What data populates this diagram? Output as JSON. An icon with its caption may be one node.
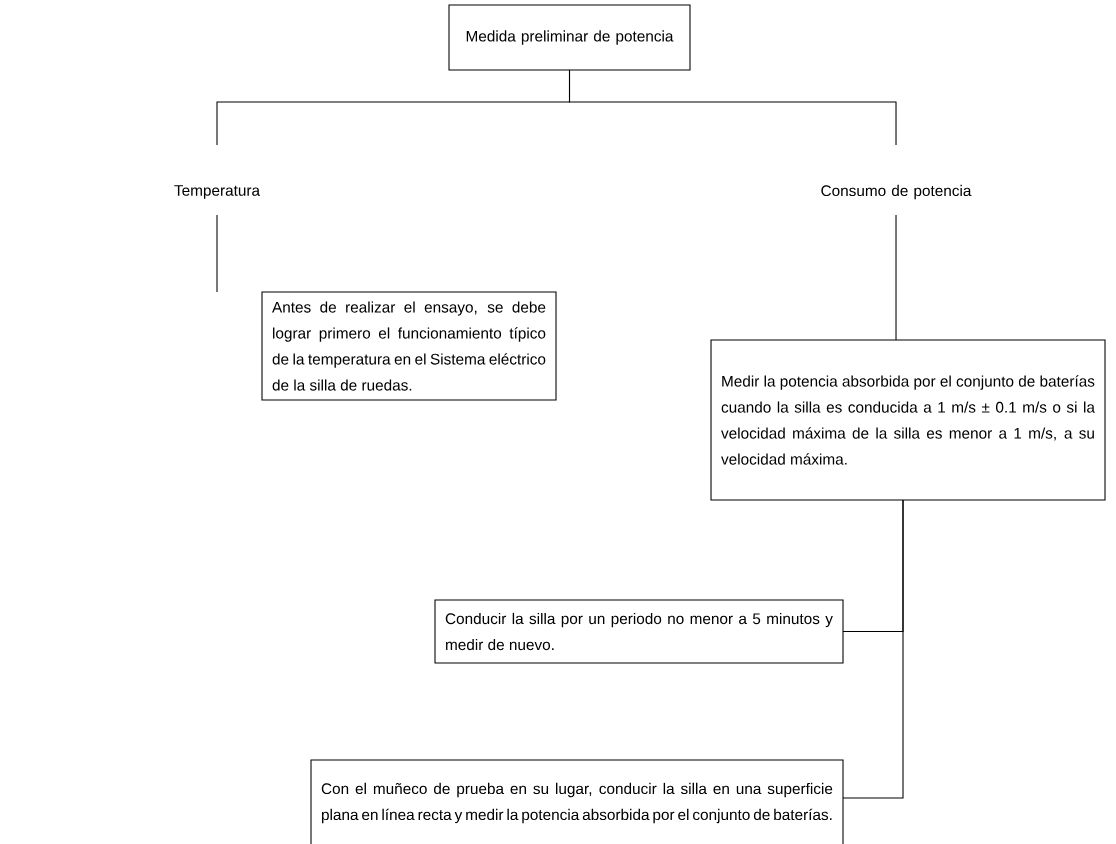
{
  "diagram": {
    "nodes": [
      {
        "text": [
          "Medida preliminar de potencia"
        ]
      },
      {
        "text": [
          "Temperatura"
        ]
      },
      {
        "text": [
          "Consumo de potencia"
        ]
      },
      {
        "text": [
          "Antes de realizar el ensayo, se debe lograr primero el funcionamiento típico de la temperatura en el Sistema eléctrico de la silla de ruedas."
        ]
      },
      {
        "text": [
          "Medir la potencia absorbida por el conjunto de baterías cuando la silla es conducida a 1 m/s ± 0.1 m/s o si la velocidad máxima de la silla es menor a 1 m/s, a su velocidad máxima."
        ]
      },
      {
        "text": [
          "Conducir la silla por un periodo no menor a 5 minutos y medir de nuevo."
        ]
      },
      {
        "text": [
          "Con el muñeco de prueba en su lugar, conducir la silla en una superficie plana en línea recta y medir la potencia absorbida por el conjunto de baterías."
        ]
      }
    ],
    "edges": [
      {
        "from": 0,
        "to": 1,
        "arrow": "none"
      },
      {
        "from": 0,
        "to": 2,
        "arrow": "none"
      },
      {
        "from": 1,
        "to": 3,
        "arrow": "none"
      },
      {
        "from": 2,
        "to": 4,
        "arrow": "none"
      },
      {
        "from": 4,
        "to": 5,
        "arrow": "none"
      },
      {
        "from": 4,
        "to": 6,
        "arrow": "none"
      }
    ]
  }
}
